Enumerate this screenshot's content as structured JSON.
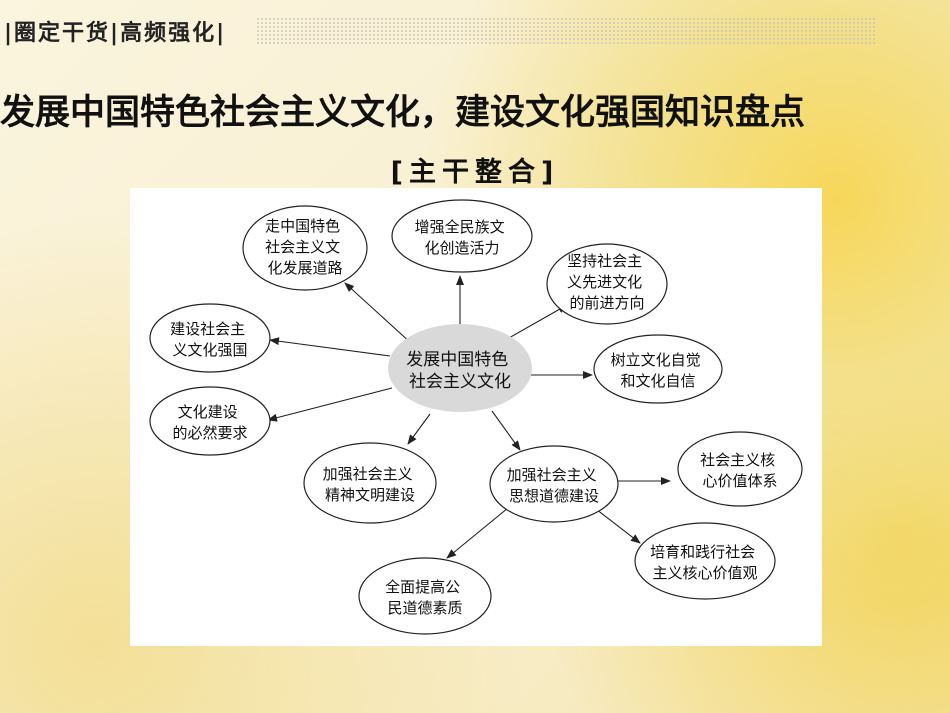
{
  "header": {
    "tag": "|圈定干货|高频强化|"
  },
  "page": {
    "title": "发展中国特色社会主义文化，建设文化强国知识盘点",
    "subtitle": "[主干整合]"
  },
  "diagram": {
    "center": [
      "发展中国特色",
      "社会主义文化"
    ],
    "nodes": {
      "road": [
        "走中国特色",
        "社会主义文",
        "化发展道路"
      ],
      "vitality": [
        "增强全民族文",
        "化创造活力"
      ],
      "direction": [
        "坚持社会主",
        "义先进文化",
        "的前进方向"
      ],
      "confidence": [
        "树立文化自觉",
        "和文化自信"
      ],
      "strong_nation": [
        "建设社会主",
        "义文化强国"
      ],
      "necessity": [
        "文化建设",
        "的必然要求"
      ],
      "spiritual": [
        "加强社会主义",
        "精神文明建设"
      ],
      "moral": [
        "加强社会主义",
        "思想道德建设"
      ],
      "core_system": [
        "社会主义核",
        "心价值体系"
      ],
      "core_values": [
        "培育和践行社会",
        "主义核心价值观"
      ],
      "quality": [
        "全面提高公",
        "民道德素质"
      ]
    }
  }
}
